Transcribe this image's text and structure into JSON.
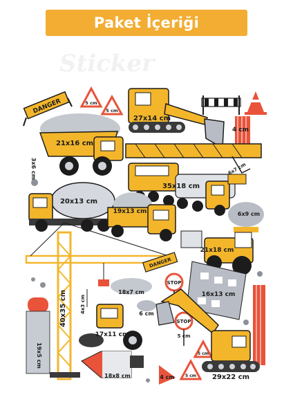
{
  "header": {
    "title": "Paket İçeriği"
  },
  "watermark": {
    "text": "Sticker"
  },
  "sizes": {
    "excavator_top": "27x14 cm",
    "dump_truck": "21x16 cm",
    "small_4cm": "4 cm",
    "small_3x6": "3x6 cm",
    "tanker_truck": "35x18 cm",
    "mixer_truck": "20x13 cm",
    "hook_6x7": "6x7 cm",
    "small_truck": "19x13 cm",
    "rubble_6x9": "6x9 cm",
    "bulldozer": "21x18 cm",
    "crane": "40x35 cm",
    "pile_18x7": "18x7 cm",
    "building": "16x13 cm",
    "hook_small": "4x3 cm",
    "small_6cm": "6 cm",
    "roller": "17x11 cm",
    "tower": "19x5 cm",
    "rocket": "18x8 cm",
    "sign_4cm": "4 cm",
    "sign_5cm": "5 cm",
    "excavator_bottom": "29x22 cm"
  },
  "signs": {
    "danger_top": "DANGER",
    "danger_mid": "DANGER",
    "stop_1": "STOP",
    "stop_2": "STOP",
    "tri_1": "5 cm",
    "tri_2": "5 cm",
    "tri_3": "5 cm",
    "tri_4": "5 cm"
  },
  "colors": {
    "banner": "#f2ad32",
    "machine": "#f3b62b",
    "dark": "#1c1c1c",
    "grey": "#b8bcc4",
    "red": "#e8533a"
  }
}
